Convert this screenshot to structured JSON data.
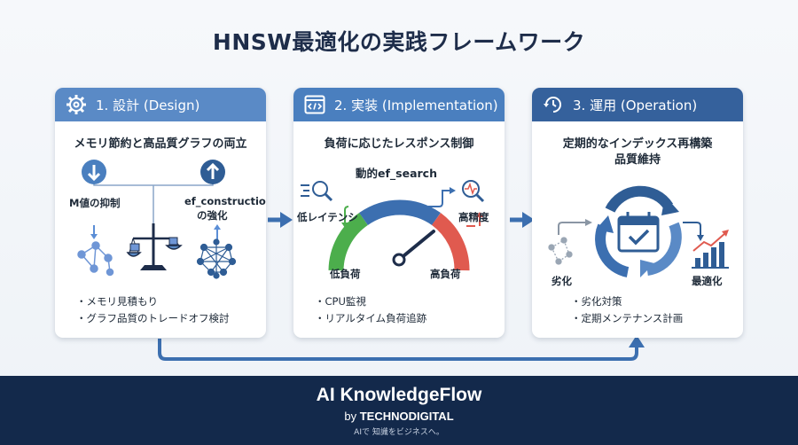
{
  "title": "HNSW最適化の実践フレームワーク",
  "colors": {
    "navy": "#13294b",
    "card_head_blue": "#4f81bd",
    "arrow_blue": "#3c6fb0",
    "green": "#4cae4c",
    "red": "#e05a4f"
  },
  "cards": [
    {
      "header": "1. 設計 (Design)",
      "header_icon": "gear-icon",
      "subtitle": "メモリ節約と高品質グラフの両立",
      "left_label": "M値の抑制",
      "right_label_1": "ef_construction",
      "right_label_2": "の強化",
      "bullets": [
        "メモリ見積もり",
        "グラフ品質のトレードオフ検討"
      ]
    },
    {
      "header": "2. 実装 (Implementation)",
      "header_icon": "code-window-icon",
      "subtitle": "負荷に応じたレスポンス制御",
      "gauge_title": "動的ef_search",
      "left_label": "低レイテンシ",
      "right_label": "高精度",
      "low_load": "低負荷",
      "high_load": "高負荷",
      "bullets": [
        "CPU監視",
        "リアルタイム負荷追跡"
      ]
    },
    {
      "header": "3. 運用 (Operation)",
      "header_icon": "refresh-clock-icon",
      "subtitle_1": "定期的なインデックス再構築",
      "subtitle_2": "品質維持",
      "left_label": "劣化",
      "right_label": "最適化",
      "bullets": [
        "劣化対策",
        "定期メンテナンス計画"
      ]
    }
  ],
  "footer": {
    "brand": "AI KnowledgeFlow",
    "by": "by",
    "company": "TECHNODIGITAL",
    "tagline": "AIで 知識をビジネスへ。"
  }
}
